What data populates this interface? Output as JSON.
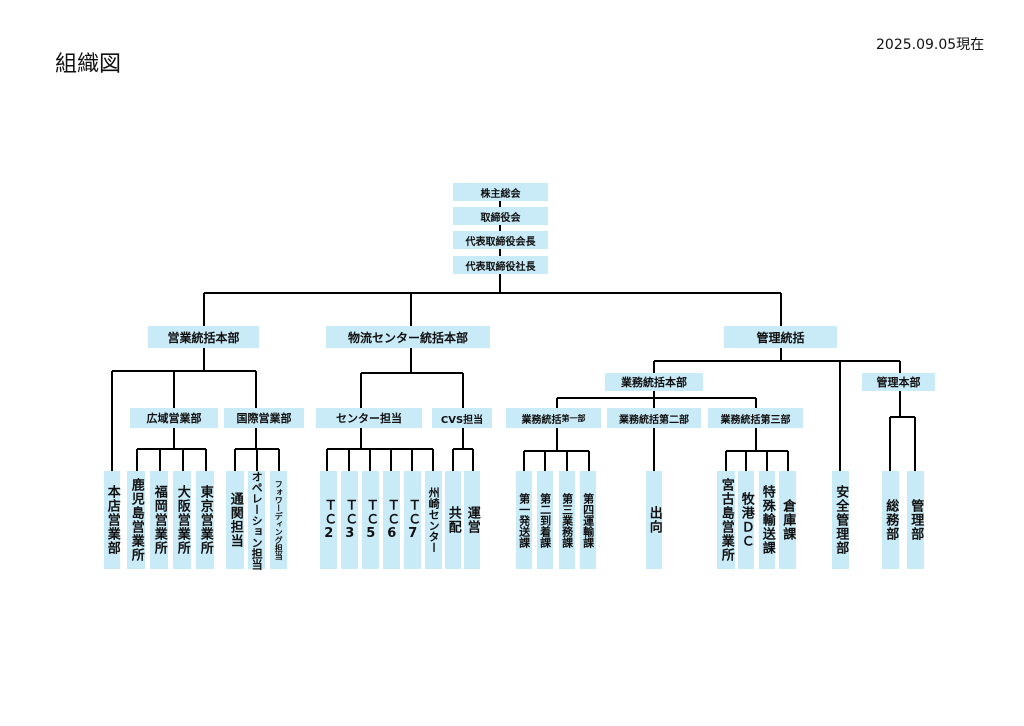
{
  "header": {
    "title": "組織図",
    "as_of": "2025.09.05現在"
  },
  "top": [
    "株主総会",
    "取締役会",
    "代表取締役会長",
    "代表取締役社長"
  ],
  "divisions": {
    "sales": "営業統括本部",
    "logistics": "物流センター統括本部",
    "admin": "管理統括"
  },
  "sub": {
    "wide_sales": "広域営業部",
    "intl_sales": "国際営業部",
    "center_mgr": "センター担当",
    "cvs_mgr": "CVS担当",
    "ops_hq": "業務統括本部",
    "mgmt_hq": "管理本部",
    "ops1_main": "業務統括",
    "ops1_small": "第一部",
    "ops2": "業務統括第二部",
    "ops3": "業務統括第三部"
  },
  "units": {
    "honten": "本店営業部",
    "kagoshima": "鹿児島営業所",
    "fukuoka": "福岡営業所",
    "osaka": "大阪営業所",
    "tokyo": "東京営業所",
    "tsukan": "通関担当",
    "operation": "オペレーション担当",
    "forwarding": "フォワーディング担当",
    "tc2": "ＴＣ2",
    "tc3": "ＴＣ3",
    "tc5": "ＴＣ5",
    "tc6": "ＴＣ6",
    "tc7": "ＴＣ7",
    "shuzaki": "州崎センター",
    "kyohai": "共配",
    "unei": "運営",
    "d1": "第一発送課",
    "d2": "第二到着課",
    "d3": "第三業務課",
    "d4": "第四運輸課",
    "shukko": "出向",
    "miyako": "宮古島営業所",
    "bokkou": "牧港ＤＣ",
    "tokushu": "特殊輸送課",
    "souko": "倉庫課",
    "anzen": "安全管理部",
    "soumu": "総務部",
    "kanri": "管理部"
  },
  "colors": {
    "box": "#c9ebf8",
    "line": "#000000"
  }
}
